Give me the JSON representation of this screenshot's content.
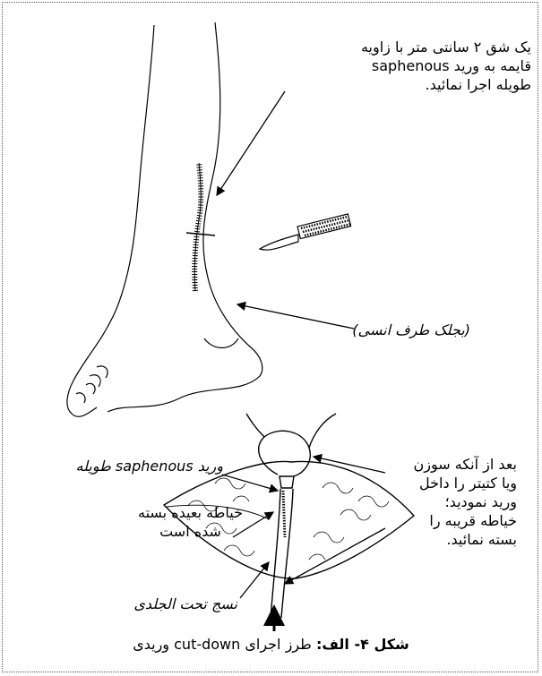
{
  "top_panel": {
    "incision_note": [
      "یک شق ۲ سانتی متر با زاویه",
      "قایمه به ورید  saphenous",
      "طویله اجرا نمائید."
    ],
    "malleolus_label": "(بجلک طرف انسی)"
  },
  "bottom_panel": {
    "vein_label": "ورید saphenous طویله",
    "distal_suture_label": [
      "خیاطه بعیده بسته",
      "شده است"
    ],
    "tissue_label": "نسج تحت الجلدی",
    "instruction_note": [
      "بعد از آنکه سوزن",
      "ویا کتیتر را داخل",
      "ورید نمودید؛",
      "خیاطه قریبه را",
      "بسته نمائید."
    ]
  },
  "caption": {
    "prefix": "شکل ۴- الف:",
    "text": " طرز اجرای cut-down وریدی"
  }
}
